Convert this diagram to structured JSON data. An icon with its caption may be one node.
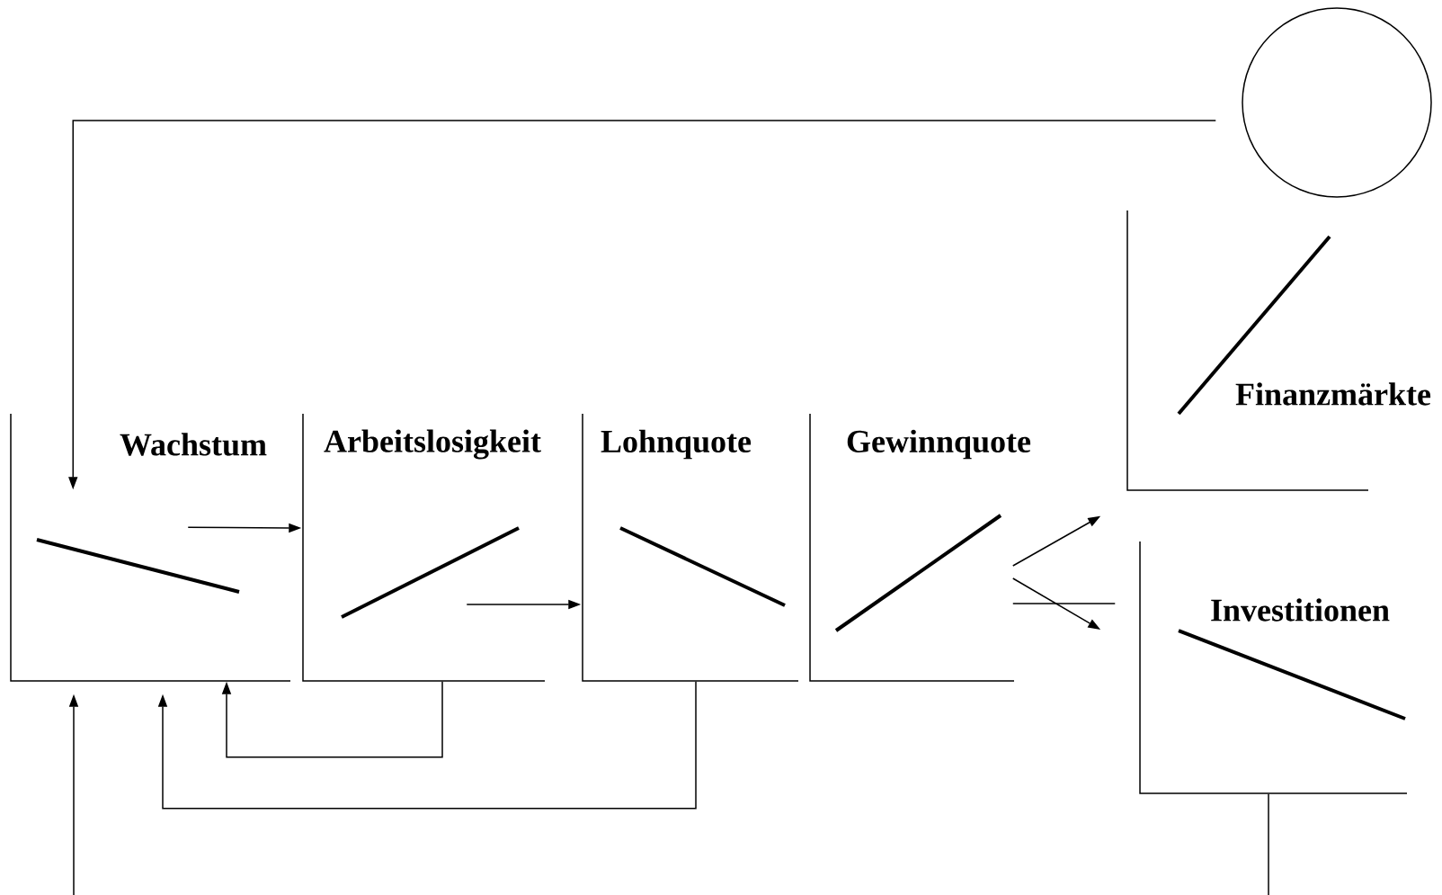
{
  "diagram": {
    "nodes": [
      {
        "text": [
          "Wachstum"
        ]
      },
      {
        "text": [
          "Arbeitslosigkeit"
        ]
      },
      {
        "text": [
          "Lohnquote"
        ]
      },
      {
        "text": [
          "Gewinnquote"
        ]
      },
      {
        "text": [
          "Finanzmärkte"
        ]
      },
      {
        "text": [
          "Investitionen"
        ]
      },
      {
        "text": [],
        "shape": "circle"
      }
    ],
    "edges": [
      {
        "from": 6,
        "to": 0,
        "arrow": "to"
      },
      {
        "from": 0,
        "to": 1,
        "arrow": "to"
      },
      {
        "from": 1,
        "to": 2,
        "arrow": "to"
      },
      {
        "from": 1,
        "to": 0,
        "arrow": "to"
      },
      {
        "from": 2,
        "to": 0,
        "arrow": "to"
      },
      {
        "from": 3,
        "to": 4,
        "arrow": "to"
      },
      {
        "from": 3,
        "to": 5,
        "arrow": "to"
      },
      {
        "from": 3,
        "to": 5,
        "arrow": "none"
      },
      {
        "from": 5,
        "to": 0,
        "arrow": "to"
      }
    ]
  }
}
